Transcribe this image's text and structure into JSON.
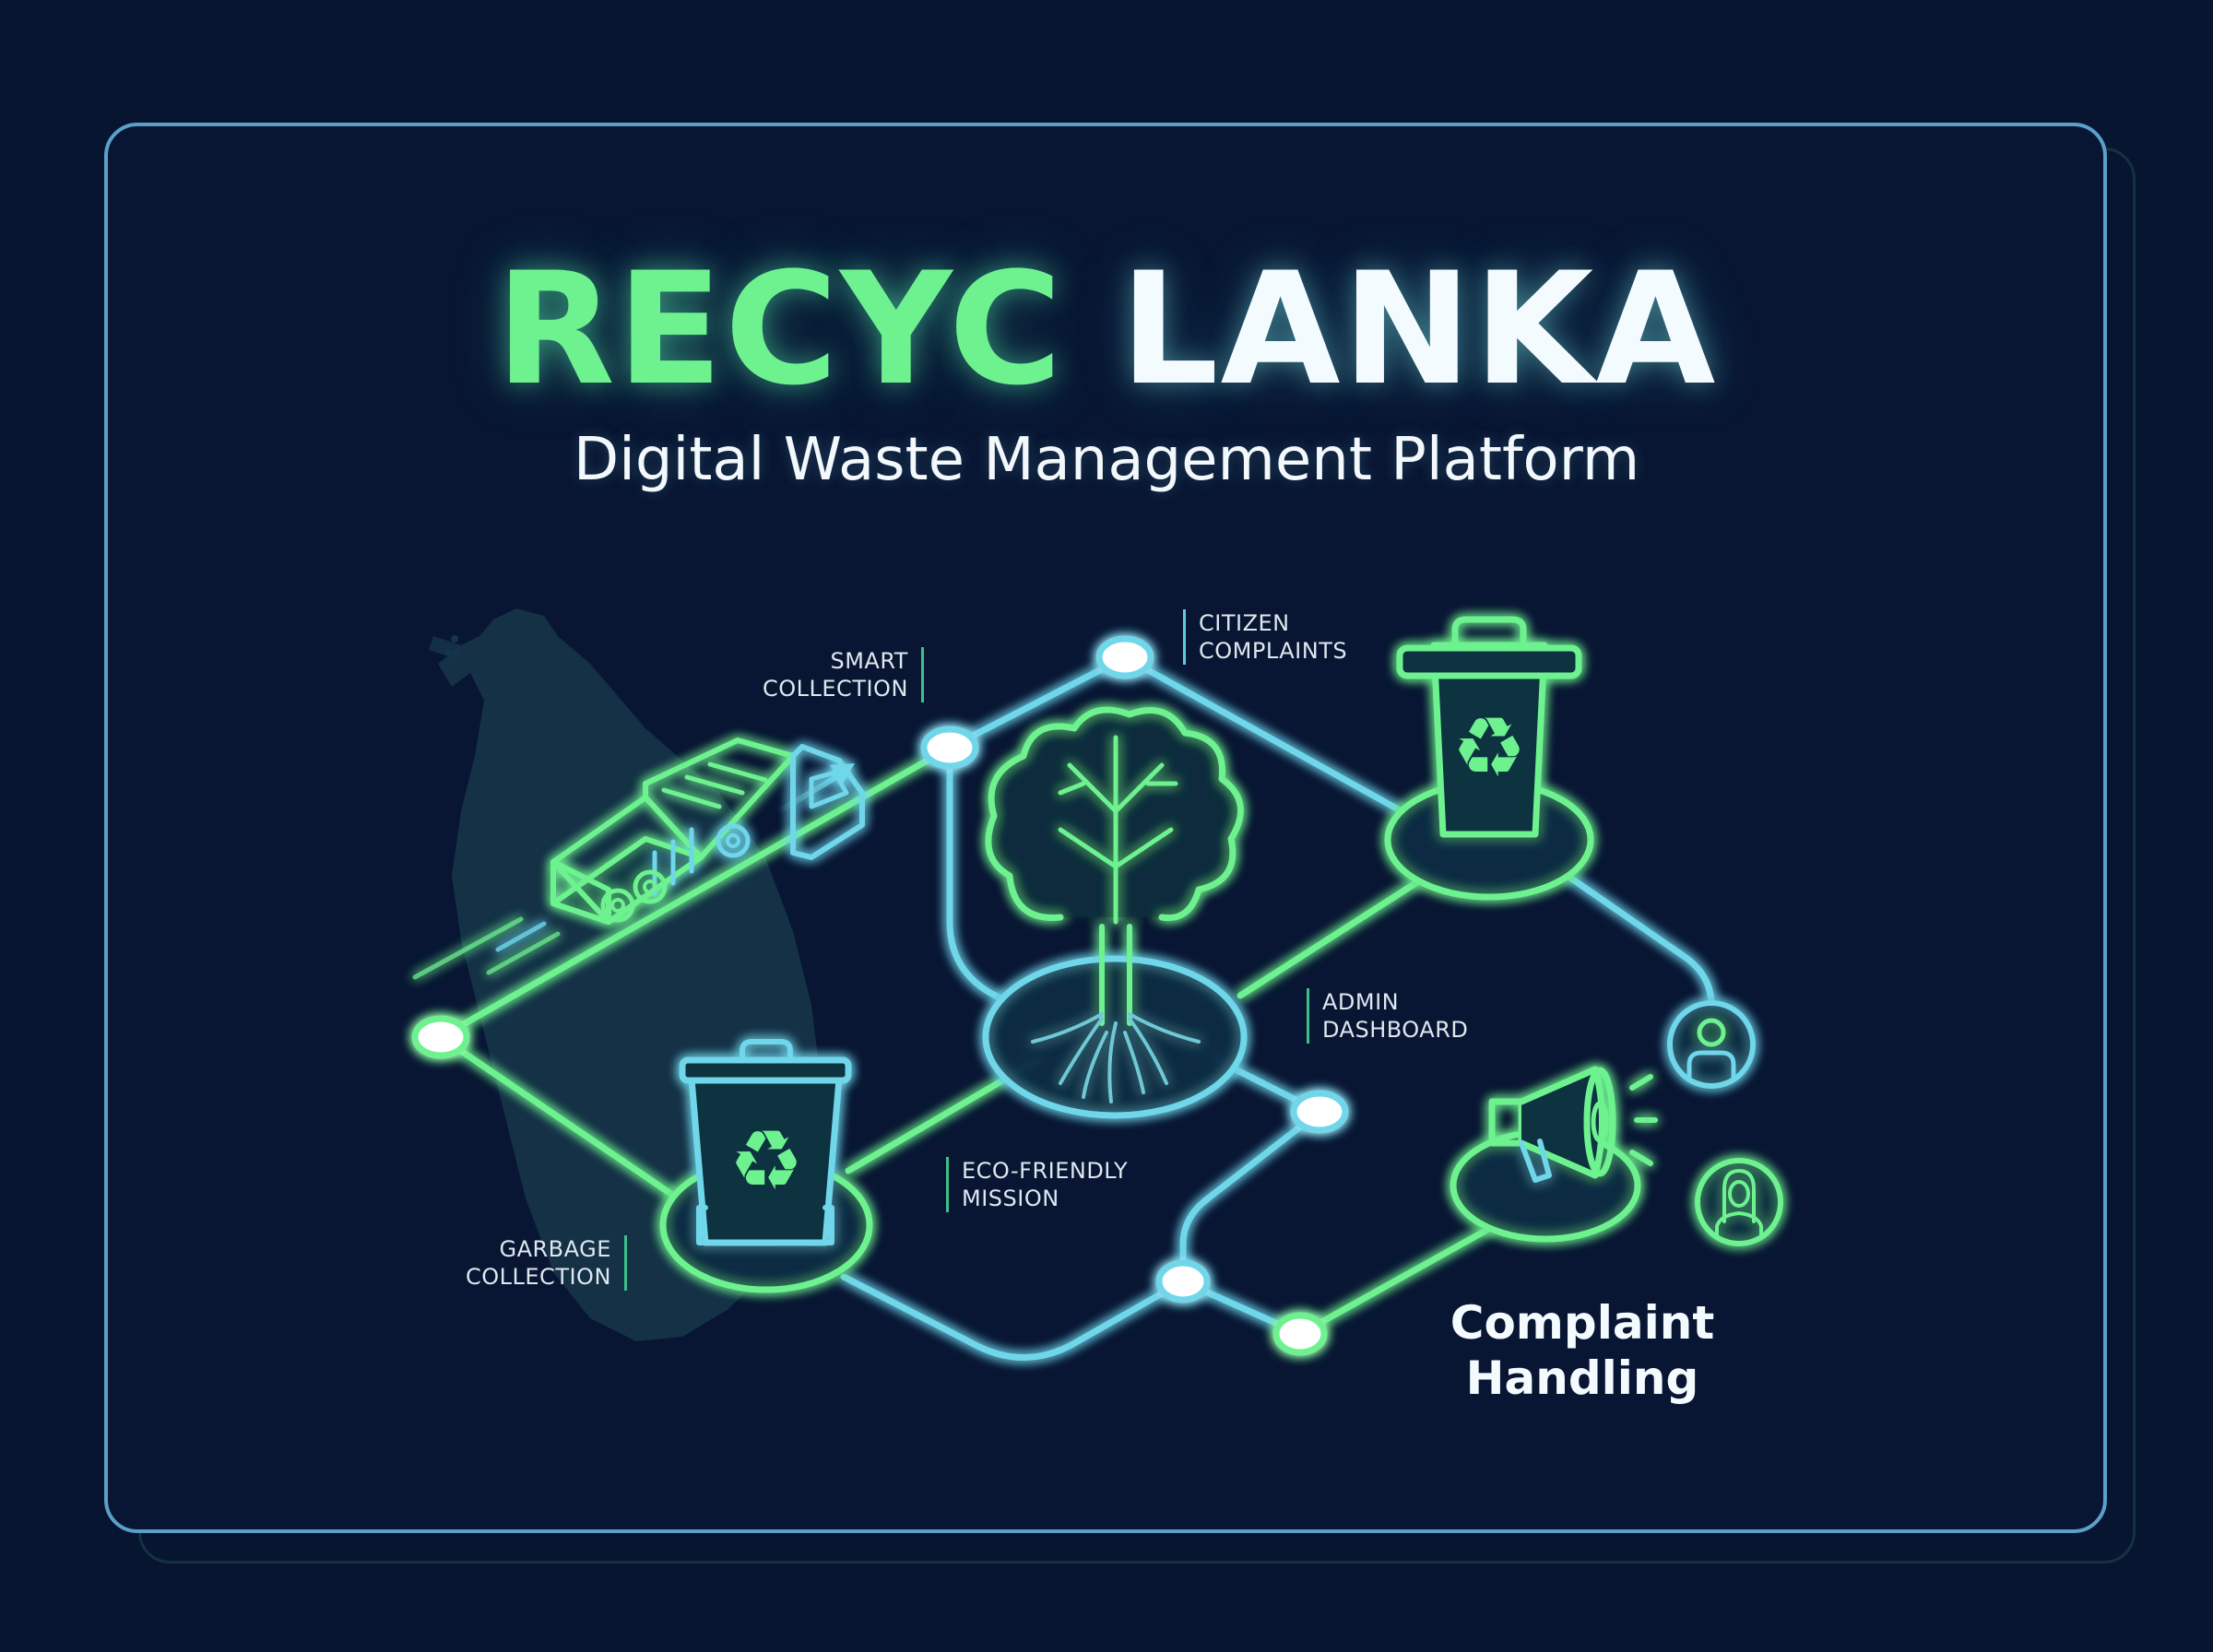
{
  "title": {
    "part1": "RECYC",
    "part2": "LANKA"
  },
  "subtitle": "Digital Waste Management Platform",
  "labels": {
    "smart_collection": [
      "SMART",
      "COLLECTION"
    ],
    "citizen_complaints": [
      "CITIZEN",
      "COMPLAINTS"
    ],
    "admin_dashboard": [
      "ADMIN",
      "DASHBOARD"
    ],
    "eco_friendly_mission": [
      "ECO-FRIENDLY",
      "MISSION"
    ],
    "garbage_collection": [
      "GARBAGE",
      "COLLECTION"
    ],
    "complaint_handling": [
      "Complaint",
      "Handling"
    ]
  },
  "icons": {
    "map": "sri-lanka-map",
    "truck": "garbage-truck",
    "tree": "tree-with-roots",
    "bin_top": "recycle-bin",
    "bin_bottom": "recycle-bin",
    "megaphone": "megaphone",
    "user": "user-avatar",
    "woman": "woman-avatar"
  },
  "colors": {
    "background": "#071530",
    "frame": "#5aa0c8",
    "green": "#6ef290",
    "cyan": "#6fd6ea",
    "text": "#f4fbff"
  }
}
